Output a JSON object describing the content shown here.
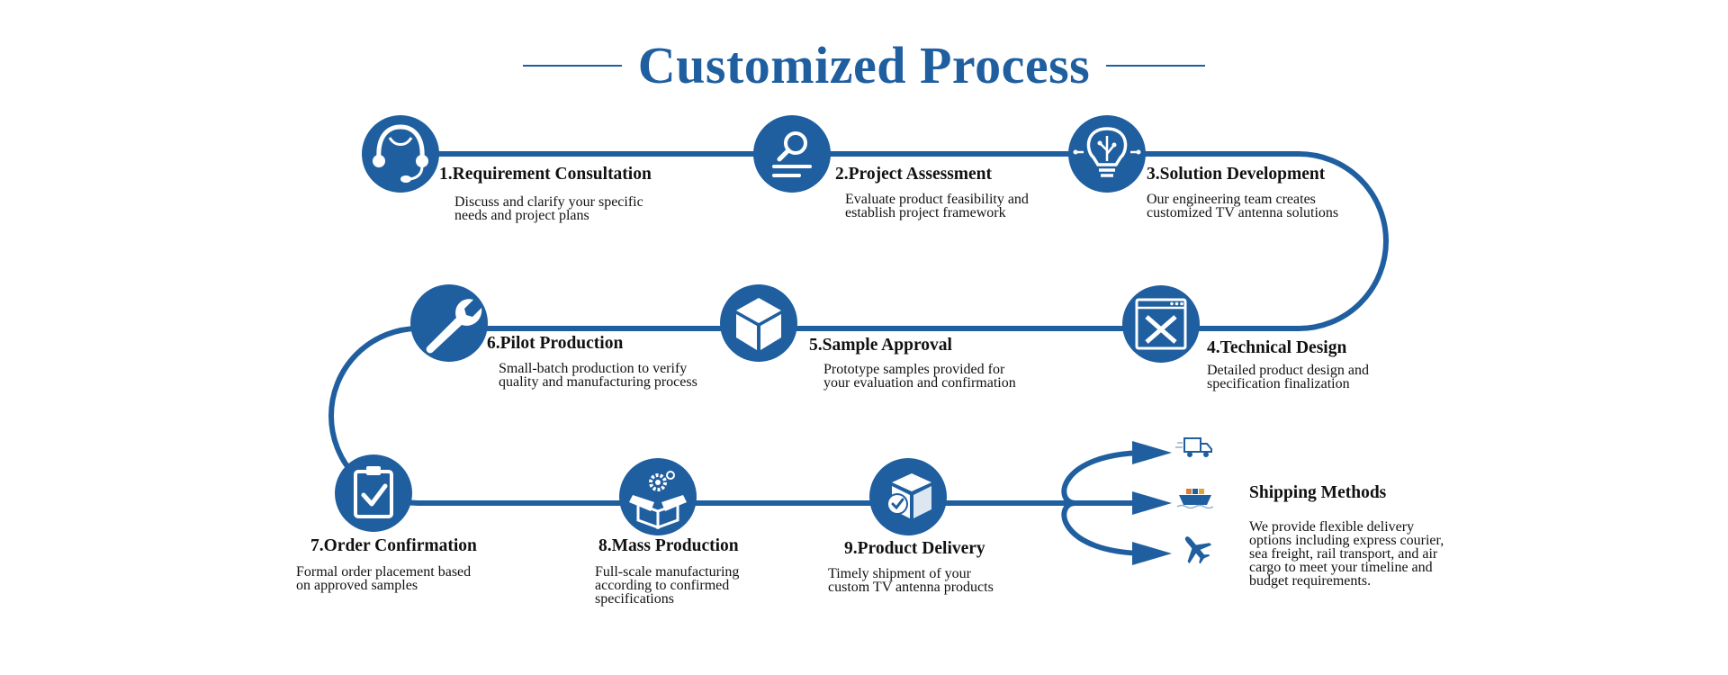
{
  "title": "Customized Process",
  "colors": {
    "primary": "#1f5fa0",
    "icon_light": "#ffffff",
    "text": "#111111"
  },
  "steps": [
    {
      "title": "1.Requirement Consultation",
      "desc": "Discuss and clarify your specific\nneeds and project plans",
      "icon": "headset-icon"
    },
    {
      "title": "2.Project Assessment",
      "desc": "Evaluate product feasibility and\nestablish project framework",
      "icon": "search-icon"
    },
    {
      "title": "3.Solution Development",
      "desc": "Our engineering team creates\ncustomized TV antenna solutions",
      "icon": "lightbulb-icon"
    },
    {
      "title": "4.Technical Design",
      "desc": "Detailed product design and\nspecification finalization",
      "icon": "design-tools-icon"
    },
    {
      "title": "5.Sample Approval",
      "desc": "Prototype samples provided for\nyour evaluation and confirmation",
      "icon": "cube-icon"
    },
    {
      "title": "6.Pilot Production",
      "desc": "Small-batch production to verify\nquality and manufacturing process",
      "icon": "wrench-icon"
    },
    {
      "title": "7.Order Confirmation",
      "desc": "Formal order placement based\non approved samples",
      "icon": "clipboard-check-icon"
    },
    {
      "title": "8.Mass Production",
      "desc": "Full-scale manufacturing\naccording to confirmed\nspecifications",
      "icon": "gear-box-icon"
    },
    {
      "title": "9.Product Delivery",
      "desc": "Timely shipment of your\ncustom TV antenna products",
      "icon": "package-check-icon"
    }
  ],
  "shipping": {
    "title": "Shipping Methods",
    "desc": "We provide flexible delivery\noptions including express courier,\nsea freight, rail transport, and air\ncargo to meet your timeline and\nbudget requirements.",
    "icons": [
      "truck-icon",
      "ship-icon",
      "airplane-icon"
    ]
  }
}
